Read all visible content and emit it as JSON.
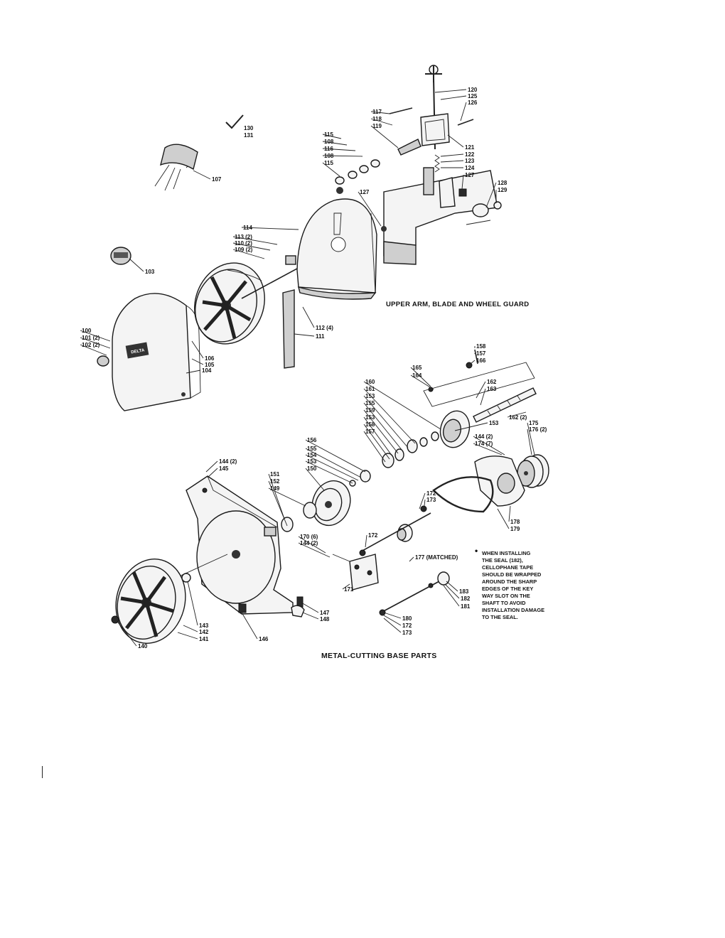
{
  "captions": {
    "upper": "UPPER ARM, BLADE AND WHEEL GUARD",
    "base": "METAL-CUTTING BASE PARTS"
  },
  "note": {
    "lines": [
      "WHEN INSTALLING",
      "THE SEAL (182),",
      "CELLOPHANE TAPE",
      "SHOULD BE WRAPPED",
      "AROUND THE SHARP",
      "EDGES OF THE KEY",
      "WAY SLOT ON THE",
      "SHAFT TO AVOID",
      "INSTALLATION DAMAGE",
      "TO THE SEAL."
    ]
  },
  "badge_text": "DELTA",
  "labels": {
    "upper": [
      "100",
      "101 (2)",
      "102 (2)",
      "103",
      "104",
      "105",
      "106",
      "107",
      "109 (2)",
      "110 (2)",
      "113 (2)",
      "114",
      "111",
      "112 (4)",
      "115",
      "108",
      "116",
      "108",
      "115",
      "117",
      "118",
      "119",
      "120",
      "125",
      "126",
      "121",
      "122",
      "123",
      "124",
      "127",
      "127",
      "128",
      "129",
      "130",
      "131"
    ],
    "base": [
      "140",
      "141",
      "142",
      "143",
      "144 (2)",
      "145",
      "146",
      "147",
      "148",
      "149",
      "150",
      "151",
      "152",
      "153",
      "154",
      "155",
      "156",
      "157",
      "158",
      "153",
      "159",
      "155",
      "153",
      "161",
      "160",
      "153",
      "158",
      "157",
      "166",
      "165",
      "164",
      "162",
      "163",
      "162 (2)",
      "175",
      "176 (2)",
      "144 (2)",
      "174 (7)",
      "172",
      "173",
      "178",
      "179",
      "170 (6)",
      "144 (2)",
      "172",
      "171",
      "177 (MATCHED)",
      "183",
      "182",
      "181",
      "180",
      "172",
      "173"
    ]
  }
}
